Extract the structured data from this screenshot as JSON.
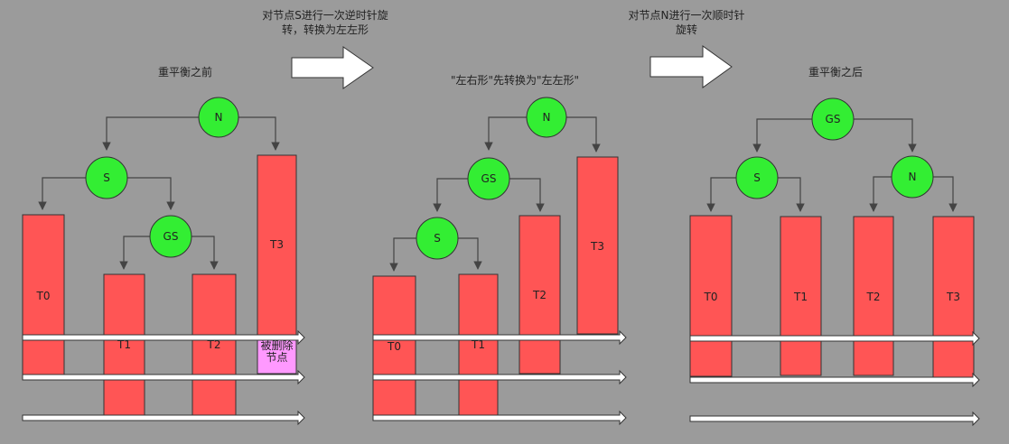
{
  "colors": {
    "background": "#9b9b9b",
    "node_fill": "#33ee33",
    "subtree_fill": "#ff5555",
    "deleted_fill": "#ff99ff",
    "edge": "#444444",
    "arrow_fill": "#ffffff"
  },
  "step1": {
    "title": "重平衡之前",
    "nodes": {
      "n": "N",
      "s": "S",
      "gs": "GS"
    },
    "subtrees": {
      "t0": "T0",
      "t1": "T1",
      "t2": "T2",
      "t3": "T3"
    },
    "deleted_node": "被删除节点"
  },
  "transition1": {
    "label_line1": "对节点S进行一次逆时针旋",
    "label_line2": "转，转换为左左形",
    "arrow_icon": "right-arrow-icon"
  },
  "step2": {
    "title": "\"左右形\"先转换为\"左左形\"",
    "nodes": {
      "n": "N",
      "gs": "GS",
      "s": "S"
    },
    "subtrees": {
      "t0": "T0",
      "t1": "T1",
      "t2": "T2",
      "t3": "T3"
    }
  },
  "transition2": {
    "label_line1": "对节点N进行一次顺时针",
    "label_line2": "旋转",
    "arrow_icon": "right-arrow-icon"
  },
  "step3": {
    "title": "重平衡之后",
    "nodes": {
      "gs": "GS",
      "s": "S",
      "n": "N"
    },
    "subtrees": {
      "t0": "T0",
      "t1": "T1",
      "t2": "T2",
      "t3": "T3"
    }
  }
}
